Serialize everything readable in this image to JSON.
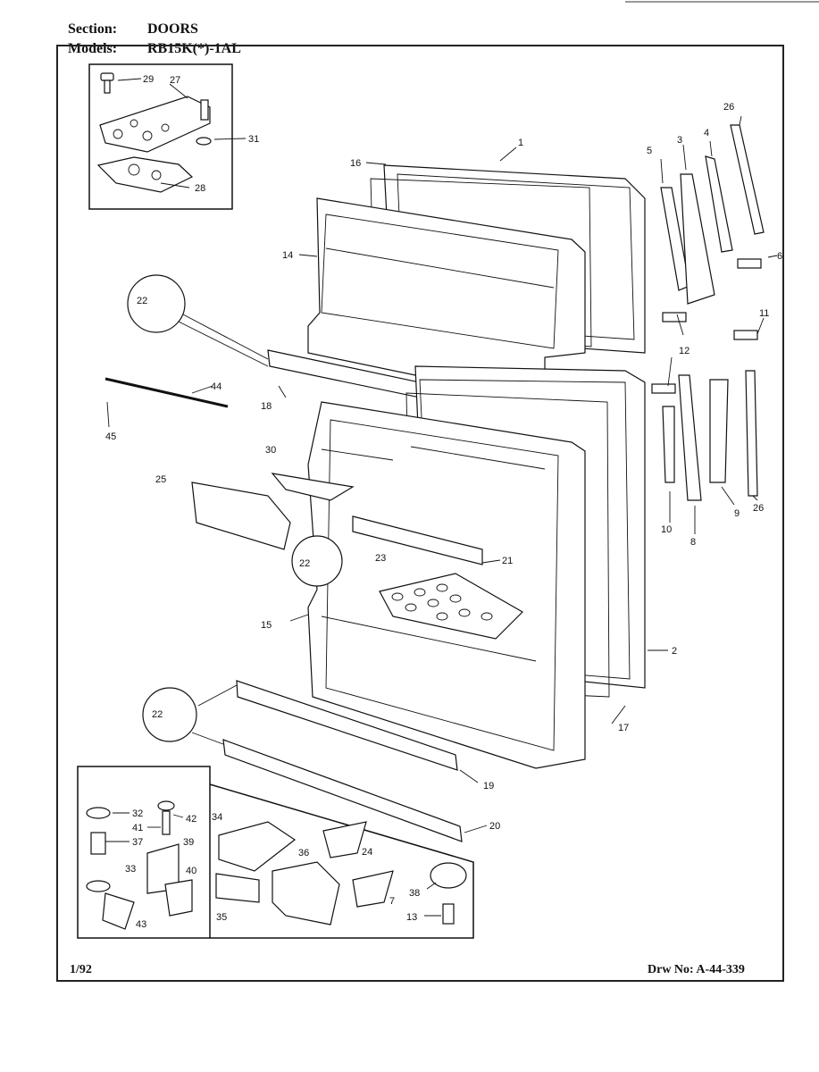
{
  "header": {
    "section_label": "Section:",
    "section_value": "DOORS",
    "models_label": "Models:",
    "models_value": "RB15K(*)-1AL"
  },
  "footer": {
    "date": "1/92",
    "drawing_number": "Drw No: A-44-339"
  },
  "callouts": [
    "1",
    "2",
    "3",
    "4",
    "5",
    "6",
    "7",
    "8",
    "9",
    "10",
    "11",
    "12",
    "13",
    "14",
    "15",
    "16",
    "17",
    "18",
    "19",
    "20",
    "21",
    "22",
    "23",
    "24",
    "25",
    "26",
    "27",
    "28",
    "29",
    "30",
    "31",
    "32",
    "33",
    "34",
    "35",
    "36",
    "37",
    "38",
    "39",
    "40",
    "41",
    "42",
    "43",
    "44",
    "45"
  ]
}
